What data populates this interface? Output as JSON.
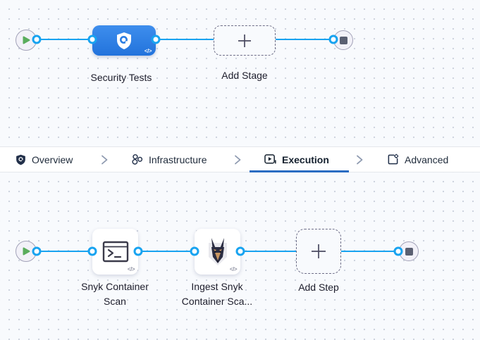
{
  "stage_canvas": {
    "stage": {
      "label": "Security Tests",
      "code_badge": "</>",
      "icon": "shield-scan-icon"
    },
    "add_stage": {
      "label": "Add Stage",
      "icon": "plus-icon"
    }
  },
  "tab_bar": {
    "tabs": [
      {
        "label": "Overview",
        "icon": "shield-gear-icon",
        "active": false
      },
      {
        "label": "Infrastructure",
        "icon": "cluster-nodes-icon",
        "active": false
      },
      {
        "label": "Execution",
        "icon": "play-box-icon",
        "active": true
      },
      {
        "label": "Advanced",
        "icon": "box-gear-icon",
        "active": false
      }
    ]
  },
  "step_canvas": {
    "steps": [
      {
        "label": "Snyk Container Scan",
        "code_badge": "</>",
        "icon": "terminal-icon"
      },
      {
        "label": "Ingest Snyk Container Sca...",
        "code_badge": "</>",
        "icon": "snyk-dog-icon"
      }
    ],
    "add_step": {
      "label": "Add Step",
      "icon": "plus-icon"
    }
  },
  "colors": {
    "connector_blue": "#18a3f0",
    "stage_blue": "#2b7de2",
    "active_tab_underline": "#2a6cc2",
    "play_green": "#5aac5c",
    "canvas_bg": "#f8fafd"
  }
}
